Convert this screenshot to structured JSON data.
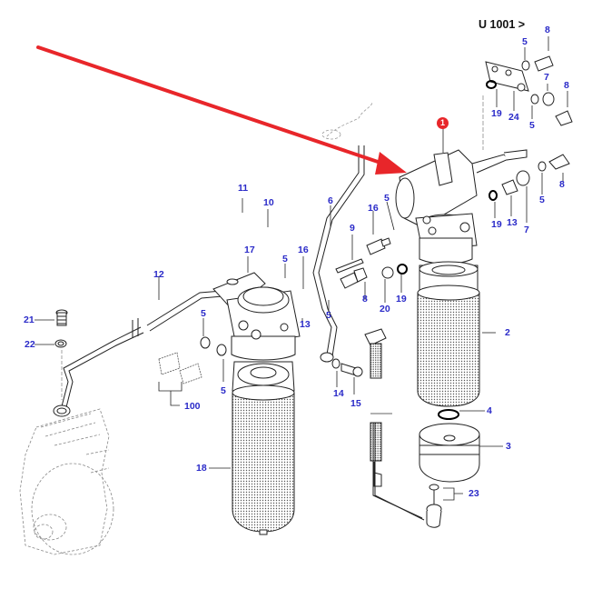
{
  "diagram": {
    "title_ref": "U 1001 >",
    "highlight_badge": "1",
    "highlight_color": "#e8262a",
    "label_color": "#2a2ac8",
    "arrow_color": "#e8262a",
    "callouts": [
      {
        "id": "c8a",
        "text": "8"
      },
      {
        "id": "c5a",
        "text": "5"
      },
      {
        "id": "c7a",
        "text": "7"
      },
      {
        "id": "c8b",
        "text": "8"
      },
      {
        "id": "c19a",
        "text": "19"
      },
      {
        "id": "c24",
        "text": "24"
      },
      {
        "id": "c5b",
        "text": "5"
      },
      {
        "id": "c8c",
        "text": "8"
      },
      {
        "id": "c5c",
        "text": "5"
      },
      {
        "id": "c19b",
        "text": "19"
      },
      {
        "id": "c13a",
        "text": "13"
      },
      {
        "id": "c7b",
        "text": "7"
      },
      {
        "id": "c11",
        "text": "11"
      },
      {
        "id": "c10",
        "text": "10"
      },
      {
        "id": "c6",
        "text": "6"
      },
      {
        "id": "c16a",
        "text": "16"
      },
      {
        "id": "c5d",
        "text": "5"
      },
      {
        "id": "c9",
        "text": "9"
      },
      {
        "id": "c17",
        "text": "17"
      },
      {
        "id": "c5e",
        "text": "5"
      },
      {
        "id": "c16b",
        "text": "16"
      },
      {
        "id": "c8d",
        "text": "8"
      },
      {
        "id": "c19c",
        "text": "19"
      },
      {
        "id": "c20",
        "text": "20"
      },
      {
        "id": "c12",
        "text": "12"
      },
      {
        "id": "c5f",
        "text": "5"
      },
      {
        "id": "c13b",
        "text": "13"
      },
      {
        "id": "c5g",
        "text": "5"
      },
      {
        "id": "c21",
        "text": "21"
      },
      {
        "id": "c22",
        "text": "22"
      },
      {
        "id": "c5h",
        "text": "5"
      },
      {
        "id": "c100",
        "text": "100"
      },
      {
        "id": "c14",
        "text": "14"
      },
      {
        "id": "c15",
        "text": "15"
      },
      {
        "id": "c2",
        "text": "2"
      },
      {
        "id": "c4",
        "text": "4"
      },
      {
        "id": "c3",
        "text": "3"
      },
      {
        "id": "c18",
        "text": "18"
      },
      {
        "id": "c23",
        "text": "23"
      }
    ]
  }
}
